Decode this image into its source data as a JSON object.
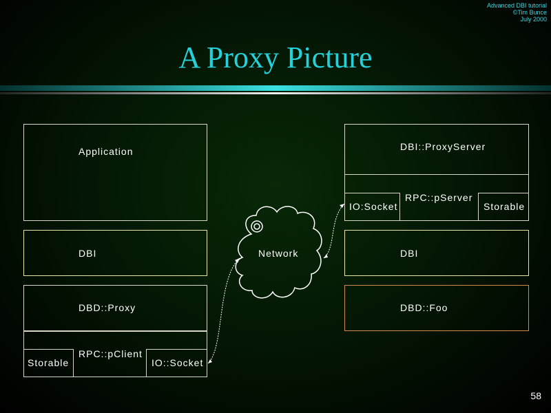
{
  "header": {
    "line1": "Advanced DBI tutorial",
    "line2": "©Tim Bunce",
    "line3": "July 2000"
  },
  "title": "A Proxy Picture",
  "left_stack": {
    "application": "Application",
    "dbi": "DBI",
    "dbd_proxy": "DBD::Proxy",
    "storable": "Storable",
    "rpc_pclient": "RPC::pClient",
    "io_socket": "IO::Socket"
  },
  "network": {
    "label": "Network"
  },
  "right_stack": {
    "proxyserver": "DBI::ProxyServer",
    "io_socket": "IO:Socket",
    "rpc_pserver": "RPC::pServer",
    "storable": "Storable",
    "dbi": "DBI",
    "dbd_foo": "DBD::Foo"
  },
  "page_number": "58",
  "colors": {
    "title": "#26d0d8",
    "header_note": "#3fd6e0",
    "box_border": "#d8d8c8",
    "dbi_border": "#e6e6a0",
    "dbd_foo_border": "#d08a4a"
  }
}
